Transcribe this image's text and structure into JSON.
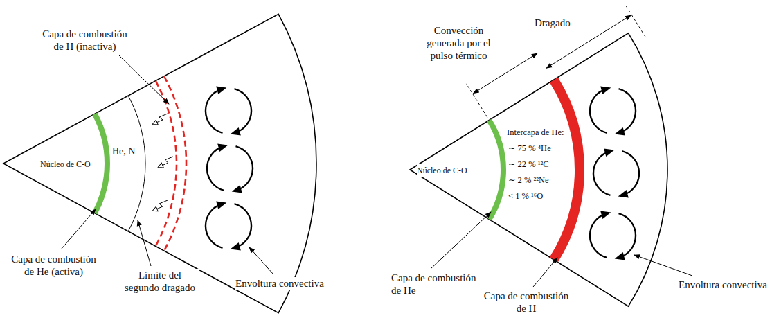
{
  "diagram": {
    "labels": [
      "Capa de combustión de H (inactiva)",
      "He, N",
      "Núcleo de C-O",
      "Capa de combustión de He (activa)",
      "Límite del segundo dragado",
      "Envoltura convectiva",
      "Dragado",
      "Convección generada por el pulso térmico",
      "Intercapa de He:",
      "∼ 75 % ⁴He",
      "∼ 22 % ¹²C",
      "∼ 2 % ²²Ne",
      "< 1 % ¹⁶O",
      "Núcleo de C-O",
      "Capa de combustión de He",
      "Capa de combustión de H",
      "Envoltura convectiva"
    ]
  }
}
